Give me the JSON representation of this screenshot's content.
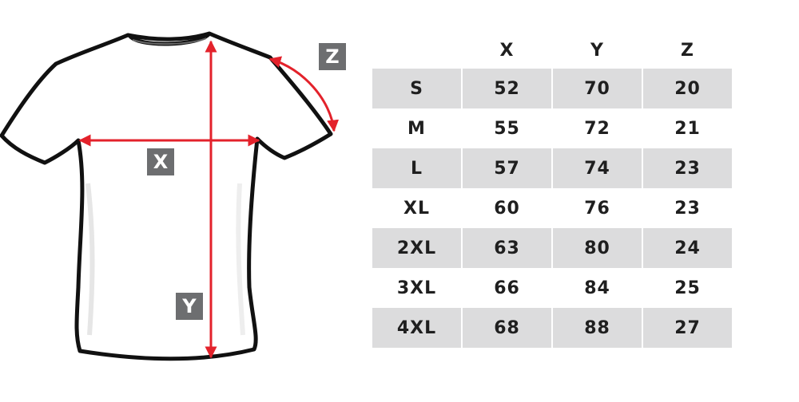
{
  "labels": {
    "x": "X",
    "y": "Y",
    "z": "Z"
  },
  "colors": {
    "arrow": "#e3222b",
    "tag": "#6d6e70",
    "row_shade": "#dcdcdd",
    "outline": "#111111"
  },
  "table": {
    "headers": [
      "",
      "X",
      "Y",
      "Z"
    ],
    "rows": [
      [
        "S",
        "52",
        "70",
        "20"
      ],
      [
        "M",
        "55",
        "72",
        "21"
      ],
      [
        "L",
        "57",
        "74",
        "23"
      ],
      [
        "XL",
        "60",
        "76",
        "23"
      ],
      [
        "2XL",
        "63",
        "80",
        "24"
      ],
      [
        "3XL",
        "66",
        "84",
        "25"
      ],
      [
        "4XL",
        "68",
        "88",
        "27"
      ]
    ]
  }
}
